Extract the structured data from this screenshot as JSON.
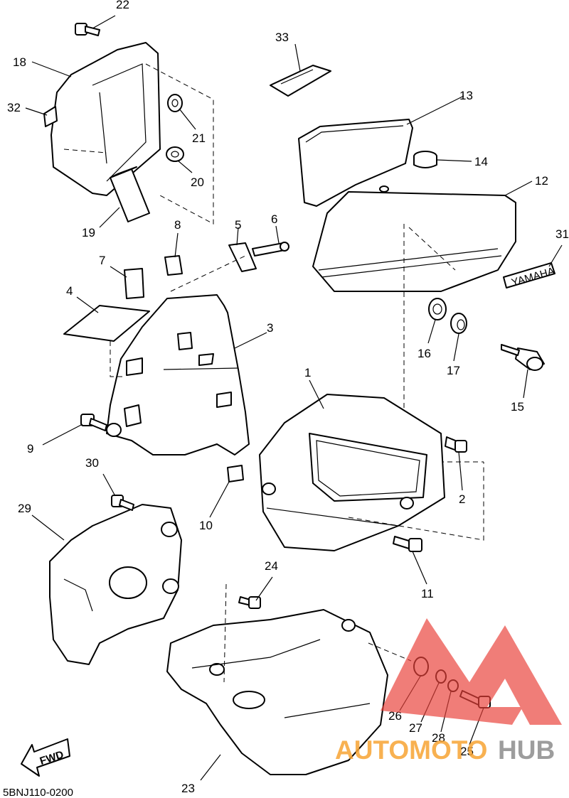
{
  "callouts": [
    "1",
    "2",
    "3",
    "4",
    "5",
    "6",
    "7",
    "8",
    "9",
    "10",
    "11",
    "12",
    "13",
    "14",
    "15",
    "16",
    "17",
    "18",
    "19",
    "20",
    "21",
    "22",
    "23",
    "24",
    "25",
    "26",
    "27",
    "28",
    "29",
    "30",
    "31",
    "32",
    "33"
  ],
  "decal_text": "YAMAHA",
  "fwd_label": "FWD",
  "drawing_ref": "5BNJ110-0200",
  "watermark": {
    "text_part1": "AUTOMOTO",
    "text_part2": "HUB",
    "color_orange": "#f7a433",
    "color_gray": "#8c8c8c",
    "color_red": "#e8413a"
  }
}
